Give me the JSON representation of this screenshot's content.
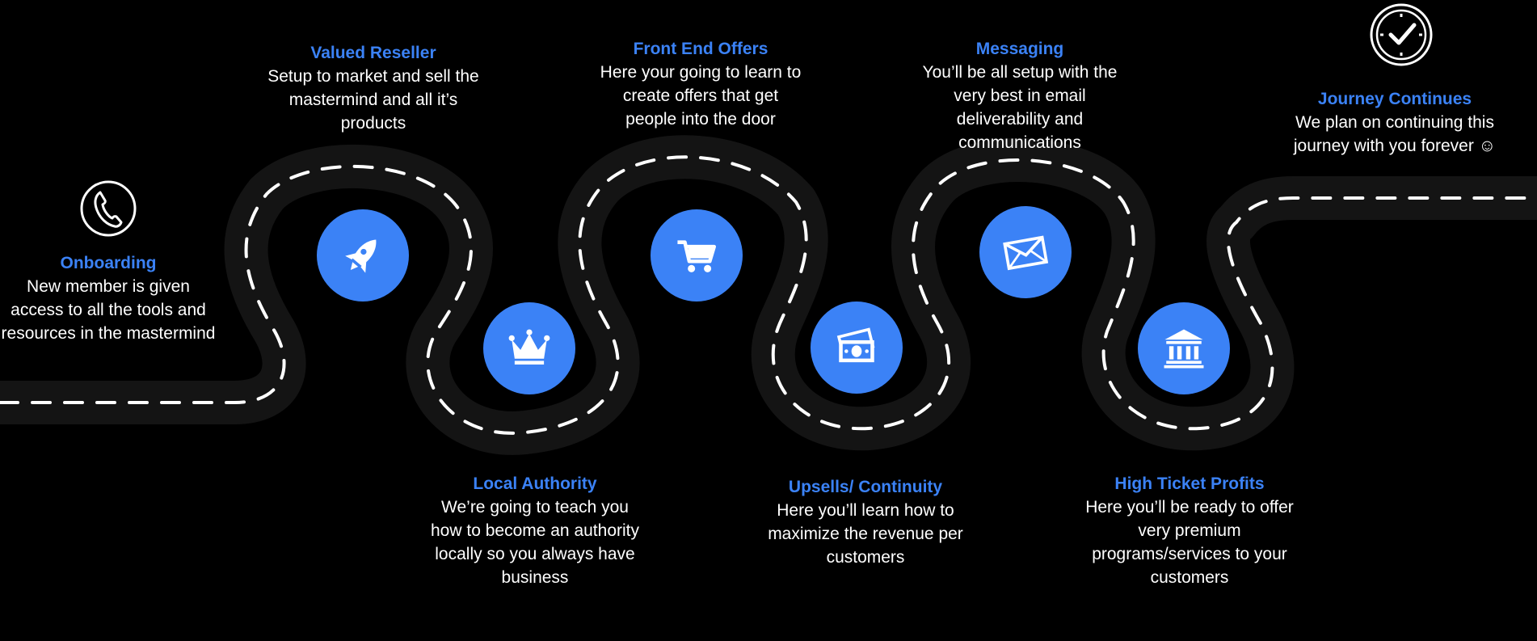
{
  "colors": {
    "background": "#000000",
    "accent": "#3b82f6",
    "road": "#141414",
    "dash": "#ffffff",
    "text": "#ffffff"
  },
  "steps": [
    {
      "title": "Onboarding",
      "desc": "New member is given access to all the tools and resources in the mastermind",
      "icon": "phone-icon"
    },
    {
      "title": "Valued Reseller",
      "desc": "Setup to market and sell the mastermind and all it’s products",
      "icon": "rocket-icon"
    },
    {
      "title": "Local Authority",
      "desc": "We’re going to teach you how to become an authority locally so you always have business",
      "icon": "crown-icon"
    },
    {
      "title": "Front End Offers",
      "desc": "Here your going to learn to create offers that get people into the door",
      "icon": "cart-icon"
    },
    {
      "title": "Upsells/ Continuity",
      "desc": "Here you’ll learn how to maximize the revenue per customers",
      "icon": "money-icon"
    },
    {
      "title": "Messaging",
      "desc": "You’ll be all setup with the very best in email deliverability and communications",
      "icon": "envelope-icon"
    },
    {
      "title": "High Ticket Profits",
      "desc": "Here you’ll be ready to offer very premium programs/services to your customers",
      "icon": "bank-icon"
    },
    {
      "title": "Journey Continues",
      "desc": "We plan on continuing this journey with you forever ☺",
      "icon": "clock-check-icon"
    }
  ]
}
